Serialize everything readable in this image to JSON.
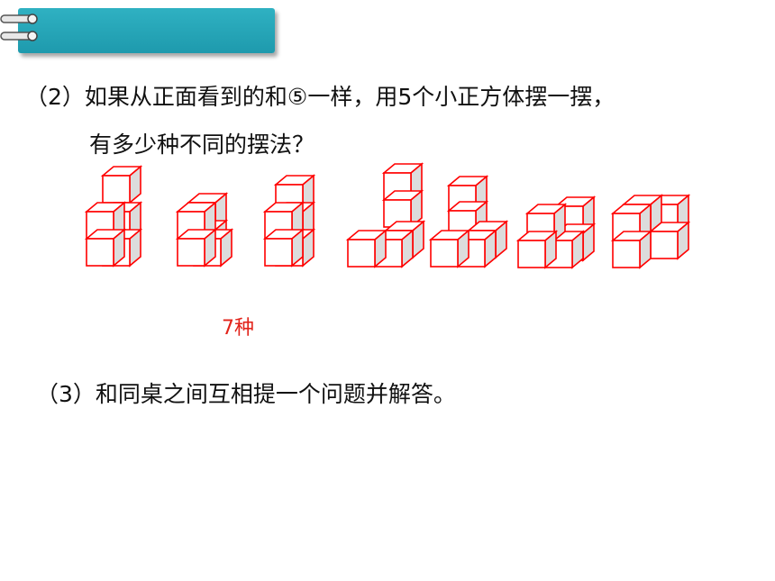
{
  "header": {
    "accent_color": "#1e9aad",
    "binder_icon": "binder-rings-icon"
  },
  "question2": {
    "line1": "（2）如果从正面看到的和⑤一样，用5个小正方体摆一摆，",
    "line2": "有多少种不同的摆法？"
  },
  "figures": {
    "count": 7,
    "stroke_color": "#ff0000",
    "face_color": "#dcdcdc"
  },
  "answer": {
    "text": "7种",
    "color": "#e2231a"
  },
  "question3": {
    "text": "（3）和同桌之间互相提一个问题并解答。"
  }
}
